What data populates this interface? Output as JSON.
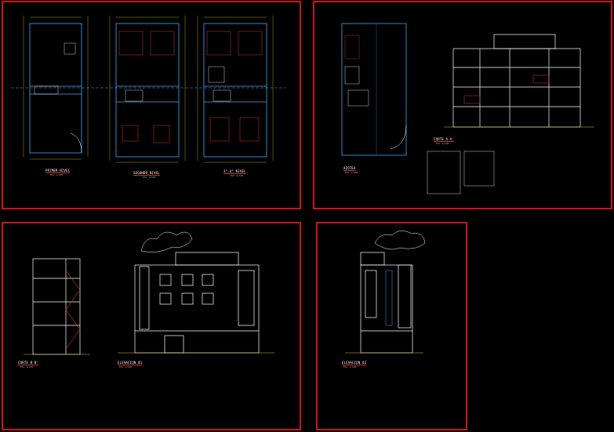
{
  "labels": {
    "plan1": "PRIMER NIVEL",
    "plan2": "SEGUNDO NIVEL",
    "plan3": "3°-4° NIVEL",
    "roof": "AZOTEA",
    "section_aa": "CORTE A-A'",
    "section_bb": "CORTE B-B'",
    "elev1": "ELEVACION 01",
    "elev2": "ELEVACION 02",
    "scale": "ESC 1/100"
  },
  "colors": {
    "sheet_border": "#c8141e",
    "line": "#ffffff",
    "wall": "#3fa9f5",
    "accent": "#e03030",
    "dim": "#c8c840"
  }
}
